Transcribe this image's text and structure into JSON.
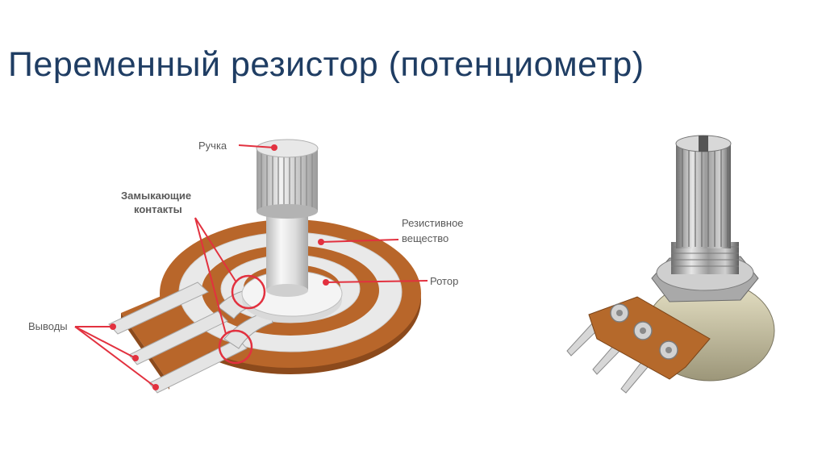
{
  "title": "Переменный резистор (потенциометр)",
  "labels": {
    "knob": "Ручка",
    "closing_contacts_line1": "Замыкающие",
    "closing_contacts_line2": "контакты",
    "resistive_line1": "Резистивное",
    "resistive_line2": "вещество",
    "rotor": "Ротор",
    "terminals": "Выводы"
  },
  "colors": {
    "title": "#1f3d63",
    "pointer": "#e2313f",
    "substrate": "#b8662a",
    "track": "#eaeaea"
  }
}
